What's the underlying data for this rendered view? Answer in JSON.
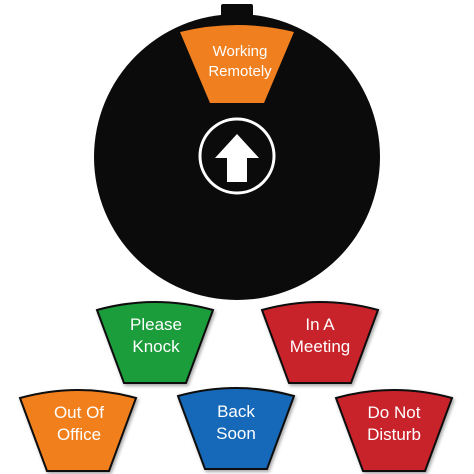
{
  "dial": {
    "current_status": [
      "Working",
      "Remotely"
    ],
    "colors": {
      "dial": "#0b0b0b",
      "orange": "#f07f1f",
      "ring": "#ffffff"
    },
    "icon": "up-arrow-icon"
  },
  "status_options": [
    {
      "lines": [
        "Please",
        "Knock"
      ],
      "color": "#1f9d3a"
    },
    {
      "lines": [
        "In A",
        "Meeting"
      ],
      "color": "#c8202a"
    },
    {
      "lines": [
        "Out Of",
        "Office"
      ],
      "color": "#f07f1f"
    },
    {
      "lines": [
        "Back",
        "Soon"
      ],
      "color": "#1668b8"
    },
    {
      "lines": [
        "Do Not",
        "Disturb"
      ],
      "color": "#c8202a"
    }
  ]
}
